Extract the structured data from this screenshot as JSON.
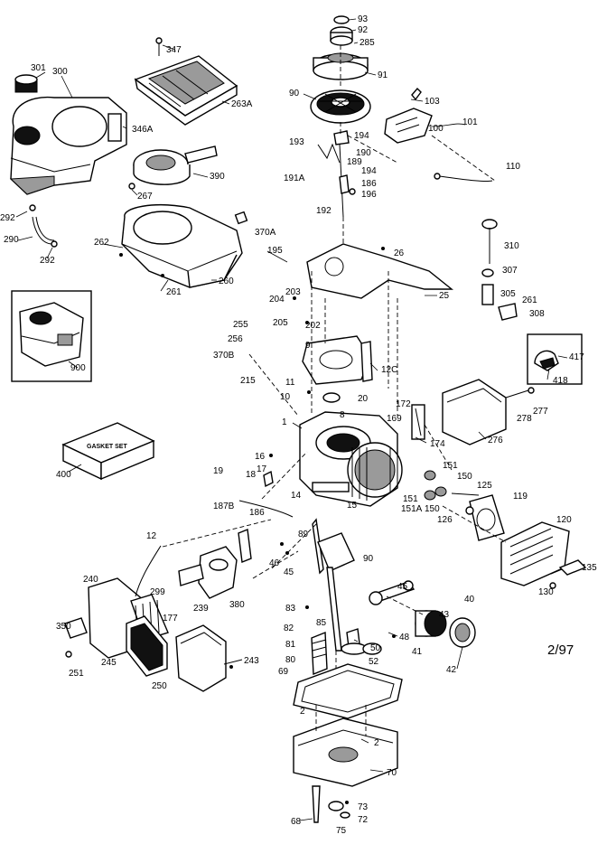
{
  "diagram": {
    "date_code": "2/97",
    "gasket_set_text": "GASKET SET",
    "callouts": [
      "93",
      "92",
      "285",
      "91",
      "103",
      "90",
      "101",
      "100",
      "194",
      "193",
      "190",
      "189",
      "110",
      "191A",
      "194",
      "186",
      "196",
      "192",
      "347",
      "263A",
      "301",
      "300",
      "346A",
      "390",
      "267",
      "292",
      "290",
      "292",
      "370A",
      "262",
      "260",
      "261",
      "26",
      "195",
      "310",
      "307",
      "25",
      "305",
      "261",
      "308",
      "204",
      "203",
      "205",
      "202",
      "255",
      "256",
      "9",
      "370B",
      "215",
      "12C",
      "417",
      "418",
      "11",
      "10",
      "20",
      "8",
      "172",
      "277",
      "278",
      "169",
      "1",
      "174",
      "276",
      "16",
      "17",
      "18",
      "19",
      "151",
      "150",
      "151",
      "151A",
      "150",
      "125",
      "126",
      "119",
      "14",
      "15",
      "187B",
      "186",
      "12",
      "89",
      "120",
      "46",
      "45",
      "90",
      "135",
      "130",
      "240",
      "380",
      "299",
      "239",
      "177",
      "45",
      "83",
      "43",
      "40",
      "82",
      "85",
      "350",
      "81",
      "48",
      "50",
      "80",
      "52",
      "41",
      "42",
      "251",
      "245",
      "243",
      "250",
      "69",
      "2",
      "2",
      "70",
      "73",
      "72",
      "68",
      "75",
      "900",
      "400"
    ]
  }
}
